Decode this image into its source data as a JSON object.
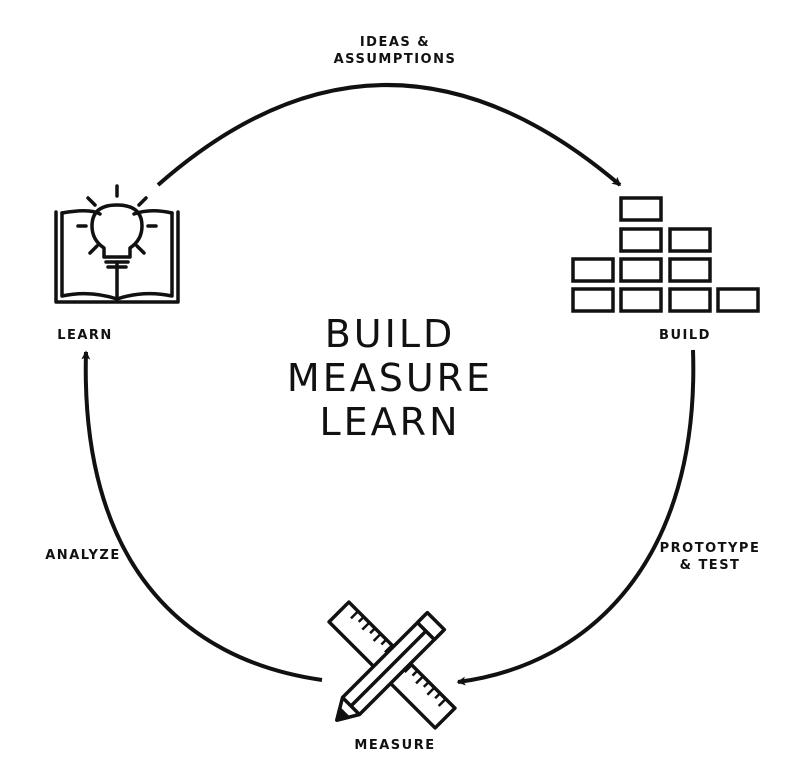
{
  "labels": {
    "ideas_line1": "IDEAS &",
    "ideas_line2": "ASSUMPTIONS",
    "learn": "LEARN",
    "build": "BUILD",
    "prototype_line1": "PROTOTYPE",
    "prototype_line2": "& TEST",
    "analyze": "ANALYZE",
    "measure": "MEASURE"
  },
  "title": {
    "line1": "BUILD",
    "line2": "MEASURE",
    "line3": "LEARN"
  },
  "colors": {
    "stroke": "#111111",
    "background": "#ffffff"
  },
  "icons": [
    "lightbulb-book-icon",
    "blocks-icon",
    "ruler-pencil-icon"
  ]
}
